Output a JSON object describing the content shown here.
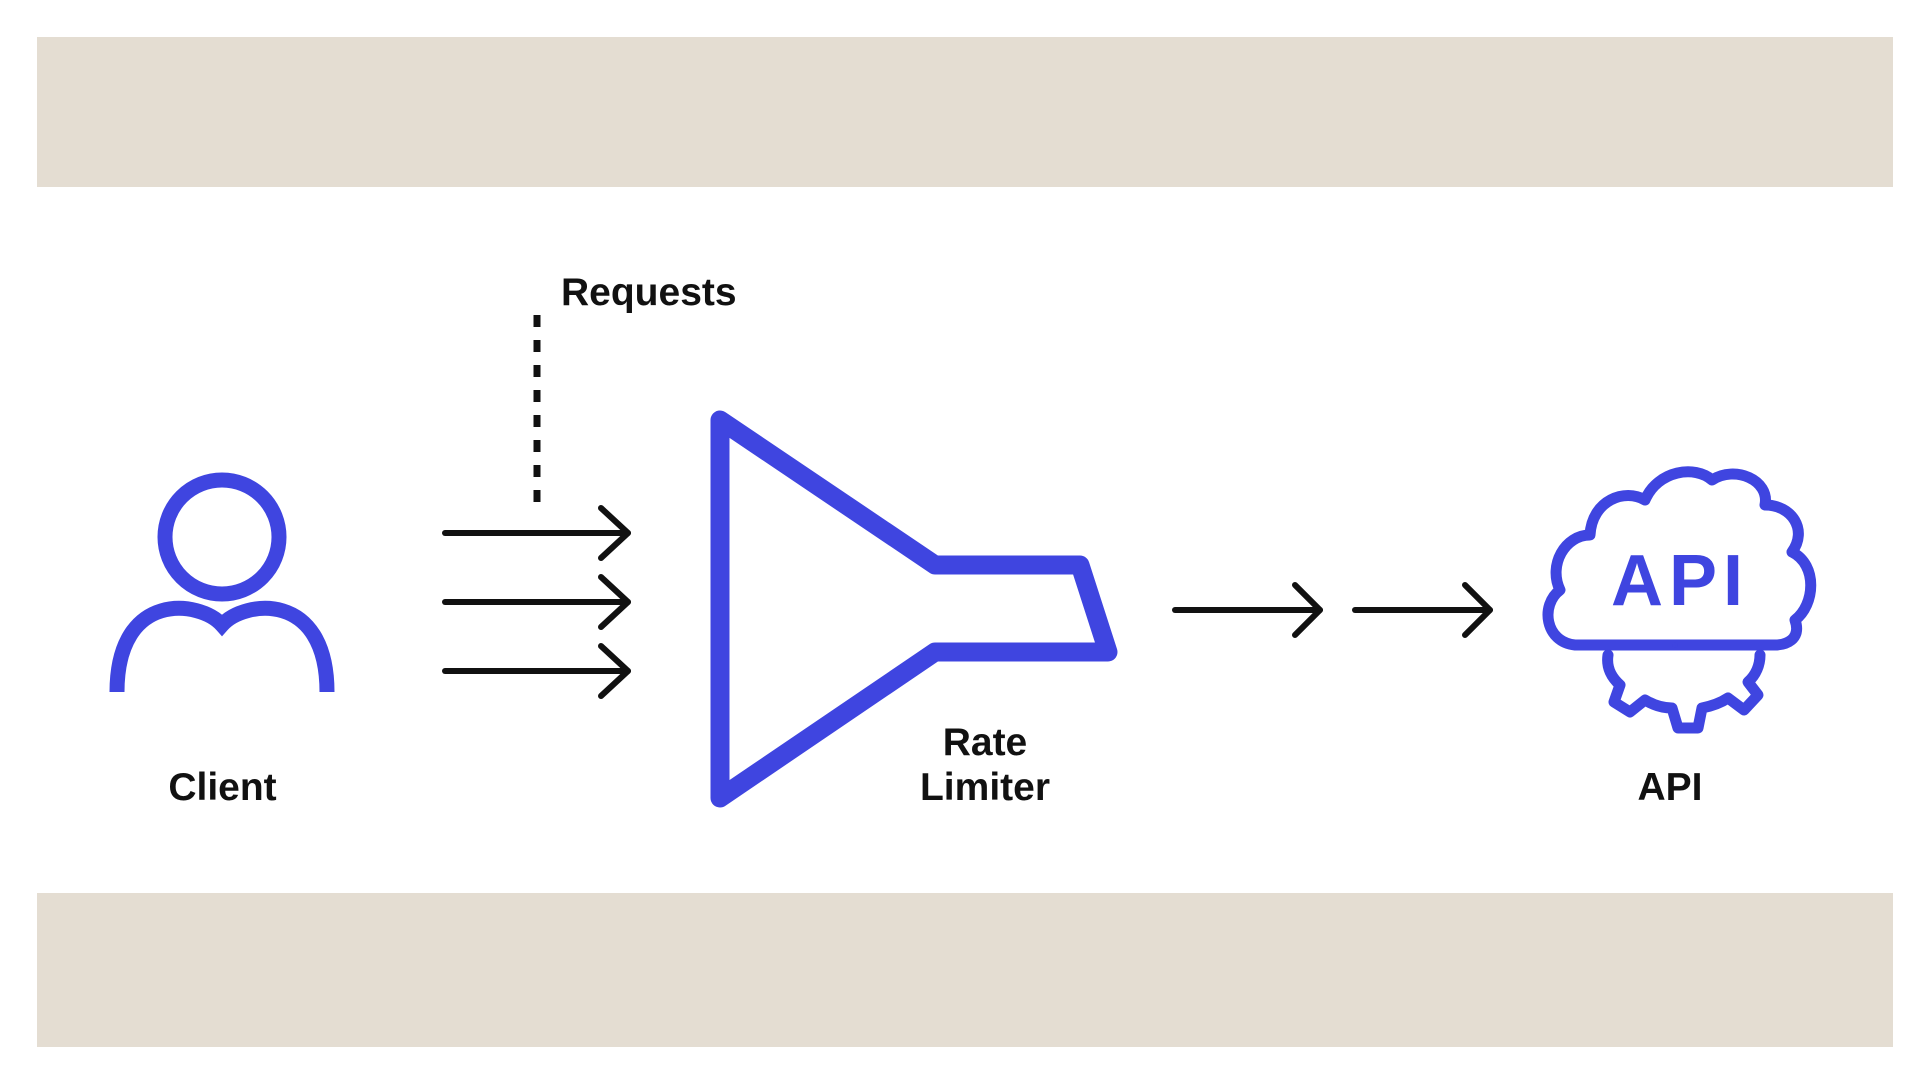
{
  "labels": {
    "requests": "Requests",
    "client": "Client",
    "rate_limiter_line1": "Rate",
    "rate_limiter_line2": "Limiter",
    "api": "API",
    "api_icon_text": "API"
  },
  "icons": {
    "client": "user-icon",
    "rate_limiter": "funnel-icon",
    "api": "cloud-gear-api-icon"
  },
  "colors": {
    "accent": "#3f45e0",
    "ink": "#111111",
    "band": "#e4ddd2",
    "background": "#ffffff"
  }
}
